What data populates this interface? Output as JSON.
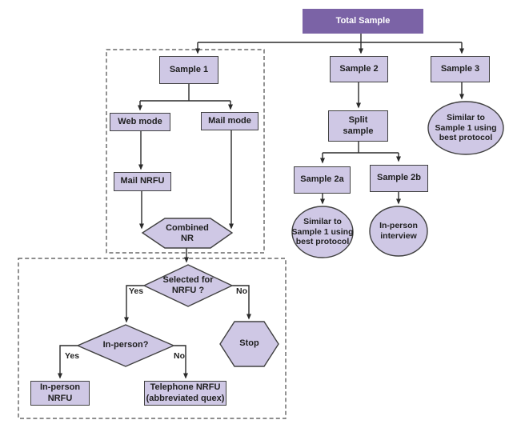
{
  "figure": {
    "type": "flowchart",
    "topic": "Sample allocation and NRFU protocol"
  },
  "colors": {
    "header_fill": "#7b63a6",
    "node_fill": "#cfc8e5",
    "node_border": "#414141",
    "line": "#2b2b2b",
    "dash": "#4a4a4a",
    "text": "#1e1e1e"
  },
  "nodes": {
    "total_sample": "Total Sample",
    "sample1": "Sample 1",
    "web_mode": "Web mode",
    "mail_mode": "Mail mode",
    "mail_nrfu": "Mail NRFU",
    "combined_nr": "Combined\nNR",
    "selected_for_nrfu": "Selected for\nNRFU ?",
    "in_person_question": "In-person?",
    "in_person_nrfu": "In-person\nNRFU",
    "telephone_nrfu": "Telephone NRFU\n(abbreviated quex)",
    "stop": "Stop",
    "sample2": "Sample 2",
    "split_sample": "Split\nsample",
    "sample2a": "Sample 2a",
    "sample2b": "Sample 2b",
    "sample2a_outcome": "Similar to\nSample 1 using\nbest protocol",
    "sample2b_outcome": "In-person\ninterview",
    "sample3": "Sample 3",
    "sample3_outcome": "Similar to\nSample 1 using\nbest protocol"
  },
  "edge_labels": {
    "selected_yes": "Yes",
    "selected_no": "No",
    "in_person_yes": "Yes",
    "in_person_no": "No"
  }
}
